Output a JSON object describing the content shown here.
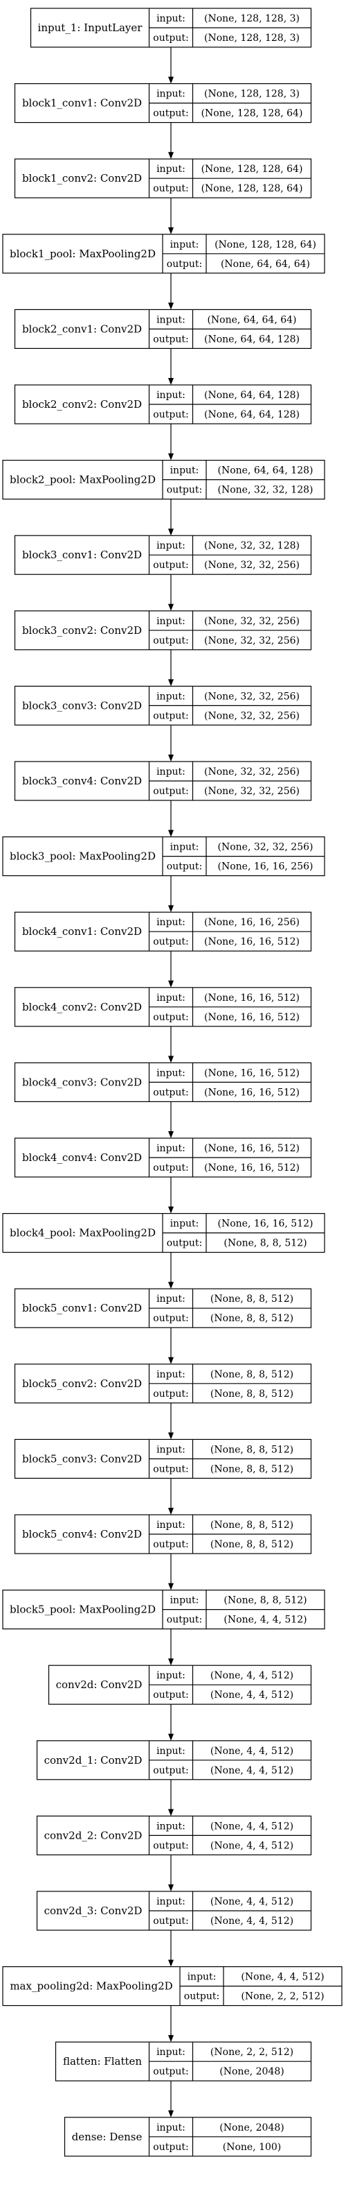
{
  "port_labels": {
    "input": "input:",
    "output": "output:"
  },
  "layers": [
    {
      "name": "input_1: InputLayer",
      "input": "(None, 128, 128, 3)",
      "output": "(None, 128, 128, 3)"
    },
    {
      "name": "block1_conv1: Conv2D",
      "input": "(None, 128, 128, 3)",
      "output": "(None, 128, 128, 64)"
    },
    {
      "name": "block1_conv2: Conv2D",
      "input": "(None, 128, 128, 64)",
      "output": "(None, 128, 128, 64)"
    },
    {
      "name": "block1_pool: MaxPooling2D",
      "input": "(None, 128, 128, 64)",
      "output": "(None, 64, 64, 64)"
    },
    {
      "name": "block2_conv1: Conv2D",
      "input": "(None, 64, 64, 64)",
      "output": "(None, 64, 64, 128)"
    },
    {
      "name": "block2_conv2: Conv2D",
      "input": "(None, 64, 64, 128)",
      "output": "(None, 64, 64, 128)"
    },
    {
      "name": "block2_pool: MaxPooling2D",
      "input": "(None, 64, 64, 128)",
      "output": "(None, 32, 32, 128)"
    },
    {
      "name": "block3_conv1: Conv2D",
      "input": "(None, 32, 32, 128)",
      "output": "(None, 32, 32, 256)"
    },
    {
      "name": "block3_conv2: Conv2D",
      "input": "(None, 32, 32, 256)",
      "output": "(None, 32, 32, 256)"
    },
    {
      "name": "block3_conv3: Conv2D",
      "input": "(None, 32, 32, 256)",
      "output": "(None, 32, 32, 256)"
    },
    {
      "name": "block3_conv4: Conv2D",
      "input": "(None, 32, 32, 256)",
      "output": "(None, 32, 32, 256)"
    },
    {
      "name": "block3_pool: MaxPooling2D",
      "input": "(None, 32, 32, 256)",
      "output": "(None, 16, 16, 256)"
    },
    {
      "name": "block4_conv1: Conv2D",
      "input": "(None, 16, 16, 256)",
      "output": "(None, 16, 16, 512)"
    },
    {
      "name": "block4_conv2: Conv2D",
      "input": "(None, 16, 16, 512)",
      "output": "(None, 16, 16, 512)"
    },
    {
      "name": "block4_conv3: Conv2D",
      "input": "(None, 16, 16, 512)",
      "output": "(None, 16, 16, 512)"
    },
    {
      "name": "block4_conv4: Conv2D",
      "input": "(None, 16, 16, 512)",
      "output": "(None, 16, 16, 512)"
    },
    {
      "name": "block4_pool: MaxPooling2D",
      "input": "(None, 16, 16, 512)",
      "output": "(None, 8, 8, 512)"
    },
    {
      "name": "block5_conv1: Conv2D",
      "input": "(None, 8, 8, 512)",
      "output": "(None, 8, 8, 512)"
    },
    {
      "name": "block5_conv2: Conv2D",
      "input": "(None, 8, 8, 512)",
      "output": "(None, 8, 8, 512)"
    },
    {
      "name": "block5_conv3: Conv2D",
      "input": "(None, 8, 8, 512)",
      "output": "(None, 8, 8, 512)"
    },
    {
      "name": "block5_conv4: Conv2D",
      "input": "(None, 8, 8, 512)",
      "output": "(None, 8, 8, 512)"
    },
    {
      "name": "block5_pool: MaxPooling2D",
      "input": "(None, 8, 8, 512)",
      "output": "(None, 4, 4, 512)"
    },
    {
      "name": "conv2d: Conv2D",
      "input": "(None, 4, 4, 512)",
      "output": "(None, 4, 4, 512)"
    },
    {
      "name": "conv2d_1: Conv2D",
      "input": "(None, 4, 4, 512)",
      "output": "(None, 4, 4, 512)"
    },
    {
      "name": "conv2d_2: Conv2D",
      "input": "(None, 4, 4, 512)",
      "output": "(None, 4, 4, 512)"
    },
    {
      "name": "conv2d_3: Conv2D",
      "input": "(None, 4, 4, 512)",
      "output": "(None, 4, 4, 512)"
    },
    {
      "name": "max_pooling2d: MaxPooling2D",
      "input": "(None, 4, 4, 512)",
      "output": "(None, 2, 2, 512)"
    },
    {
      "name": "flatten: Flatten",
      "input": "(None, 2, 2, 512)",
      "output": "(None, 2048)"
    },
    {
      "name": "dense: Dense",
      "input": "(None, 2048)",
      "output": "(None, 100)"
    }
  ]
}
